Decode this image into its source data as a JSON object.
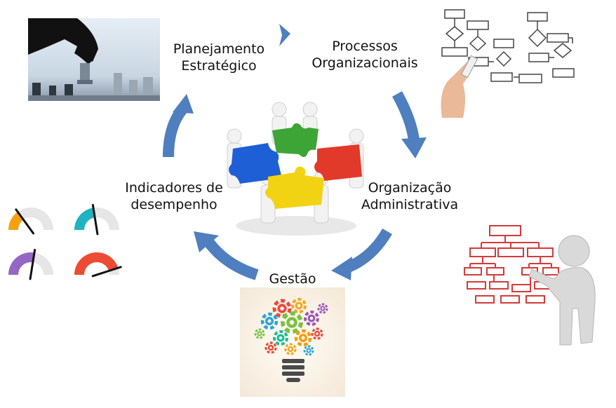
{
  "stages": [
    {
      "id": "planejamento",
      "lines": [
        "Planejamento",
        "Estratégico"
      ]
    },
    {
      "id": "processos",
      "lines": [
        "Processos",
        "Organizacionais"
      ]
    },
    {
      "id": "organizacao",
      "lines": [
        "Organização",
        "Administrativa"
      ]
    },
    {
      "id": "gestao",
      "lines": [
        "Gestão"
      ]
    },
    {
      "id": "indicadores",
      "lines": [
        "Indicadores de",
        "desempenho"
      ]
    }
  ],
  "colors": {
    "arrow": "#4f7fbf",
    "puzzle_green": "#3da535",
    "puzzle_blue": "#1f5fd6",
    "puzzle_red": "#e23a2a",
    "puzzle_yellow": "#f2d313",
    "gauge_orange": "#f5a00f",
    "gauge_teal": "#1fb3c1",
    "gauge_purple": "#9467c4",
    "gauge_red": "#eb4c33",
    "flowchart_line": "#444444",
    "org_chart_red": "#d53a3a"
  },
  "gauges": [
    {
      "name": "gauge-orange",
      "color_key": "gauge_orange",
      "level": 0.3
    },
    {
      "name": "gauge-teal",
      "color_key": "gauge_teal",
      "level": 0.45
    },
    {
      "name": "gauge-purple",
      "color_key": "gauge_purple",
      "level": 0.55
    },
    {
      "name": "gauge-red",
      "color_key": "gauge_red",
      "level": 0.9
    }
  ]
}
